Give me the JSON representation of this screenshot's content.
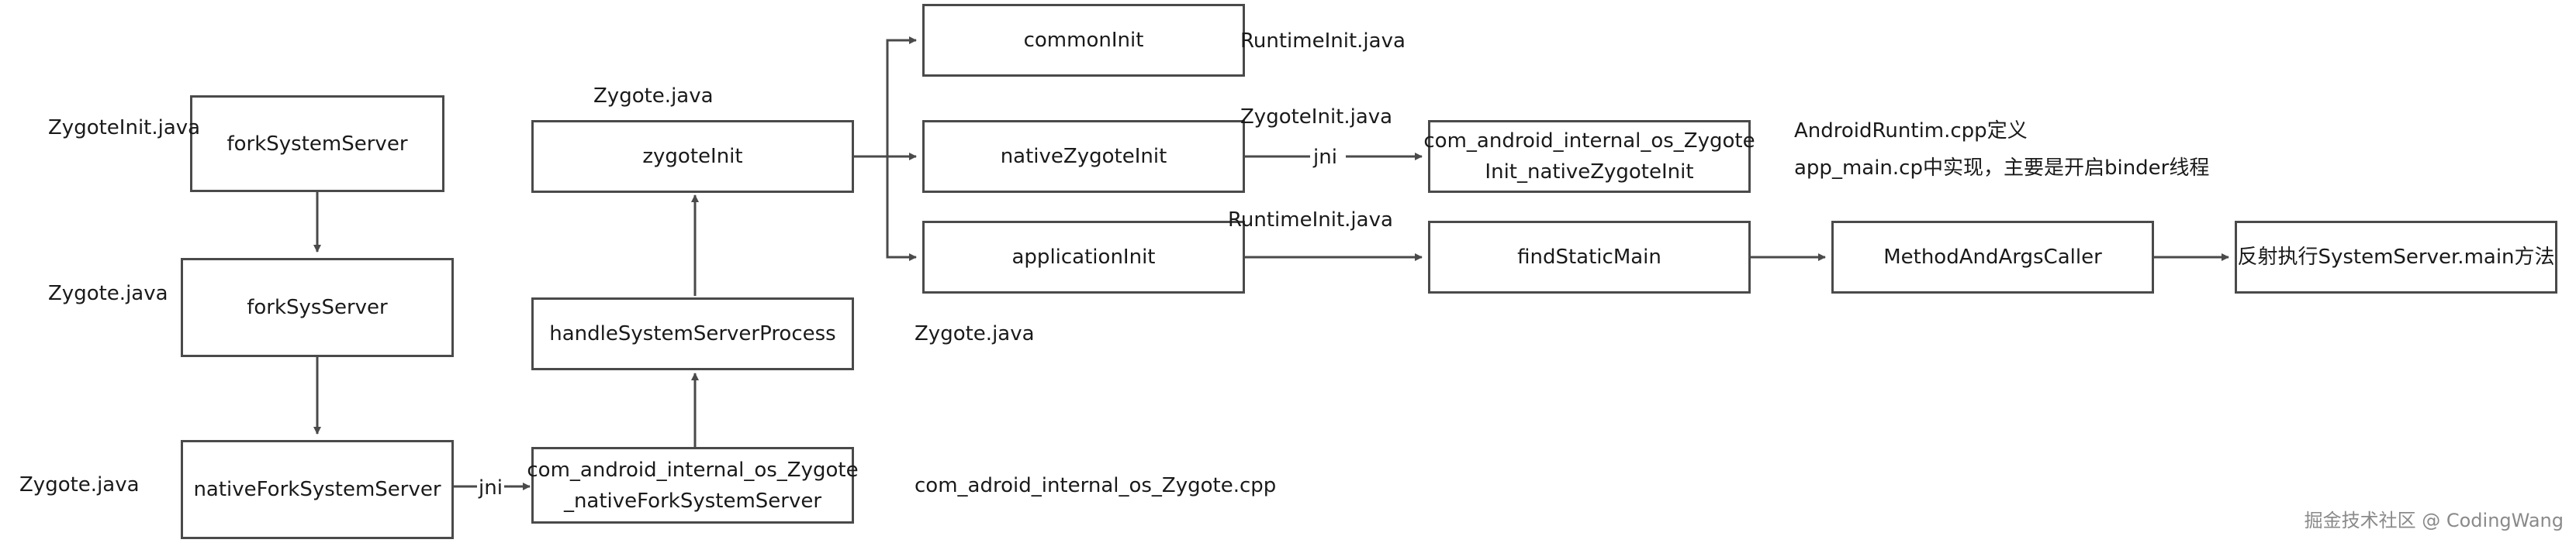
{
  "boxes": {
    "forkSystemServer": "forkSystemServer",
    "forkSysServer": "forkSysServer",
    "nativeForkSystemServer": "nativeForkSystemServer",
    "zygoteInit": "zygoteInit",
    "handleSystemServerProcess": "handleSystemServerProcess",
    "com_native_fork_line1": "com_android_internal_os_Zygote",
    "com_native_fork_line2": "_nativeForkSystemServer",
    "commonInit": "commonInit",
    "nativeZygoteInit": "nativeZygoteInit",
    "applicationInit": "applicationInit",
    "com_native_zygote_line1": "com_android_internal_os_Zygote",
    "com_native_zygote_line2": "Init_nativeZygoteInit",
    "findStaticMain": "findStaticMain",
    "methodAndArgsCaller": "MethodAndArgsCaller",
    "reflectMain": "反射执行SystemServer.main方法"
  },
  "labels": {
    "zygoteinit_java_1": "ZygoteInit.java",
    "zygote_java_1": "Zygote.java",
    "zygote_java_2": "Zygote.java",
    "zygote_java_3": "Zygote.java",
    "zygote_java_4": "Zygote.java",
    "runtimeinit_java_1": "RuntimeInit.java",
    "zygoteinit_java_2": "ZygoteInit.java",
    "runtimeinit_java_2": "RuntimeInit.java",
    "androidruntime_cpp": "AndroidRuntim.cpp定义",
    "app_main_cpp": "app_main.cp中实现，主要是开启binder线程",
    "com_adroid_cpp": "com_adroid_internal_os_Zygote.cpp",
    "jni_1": "jni",
    "jni_2": "jni"
  },
  "watermark": "掘金技术社区 @ CodingWang"
}
